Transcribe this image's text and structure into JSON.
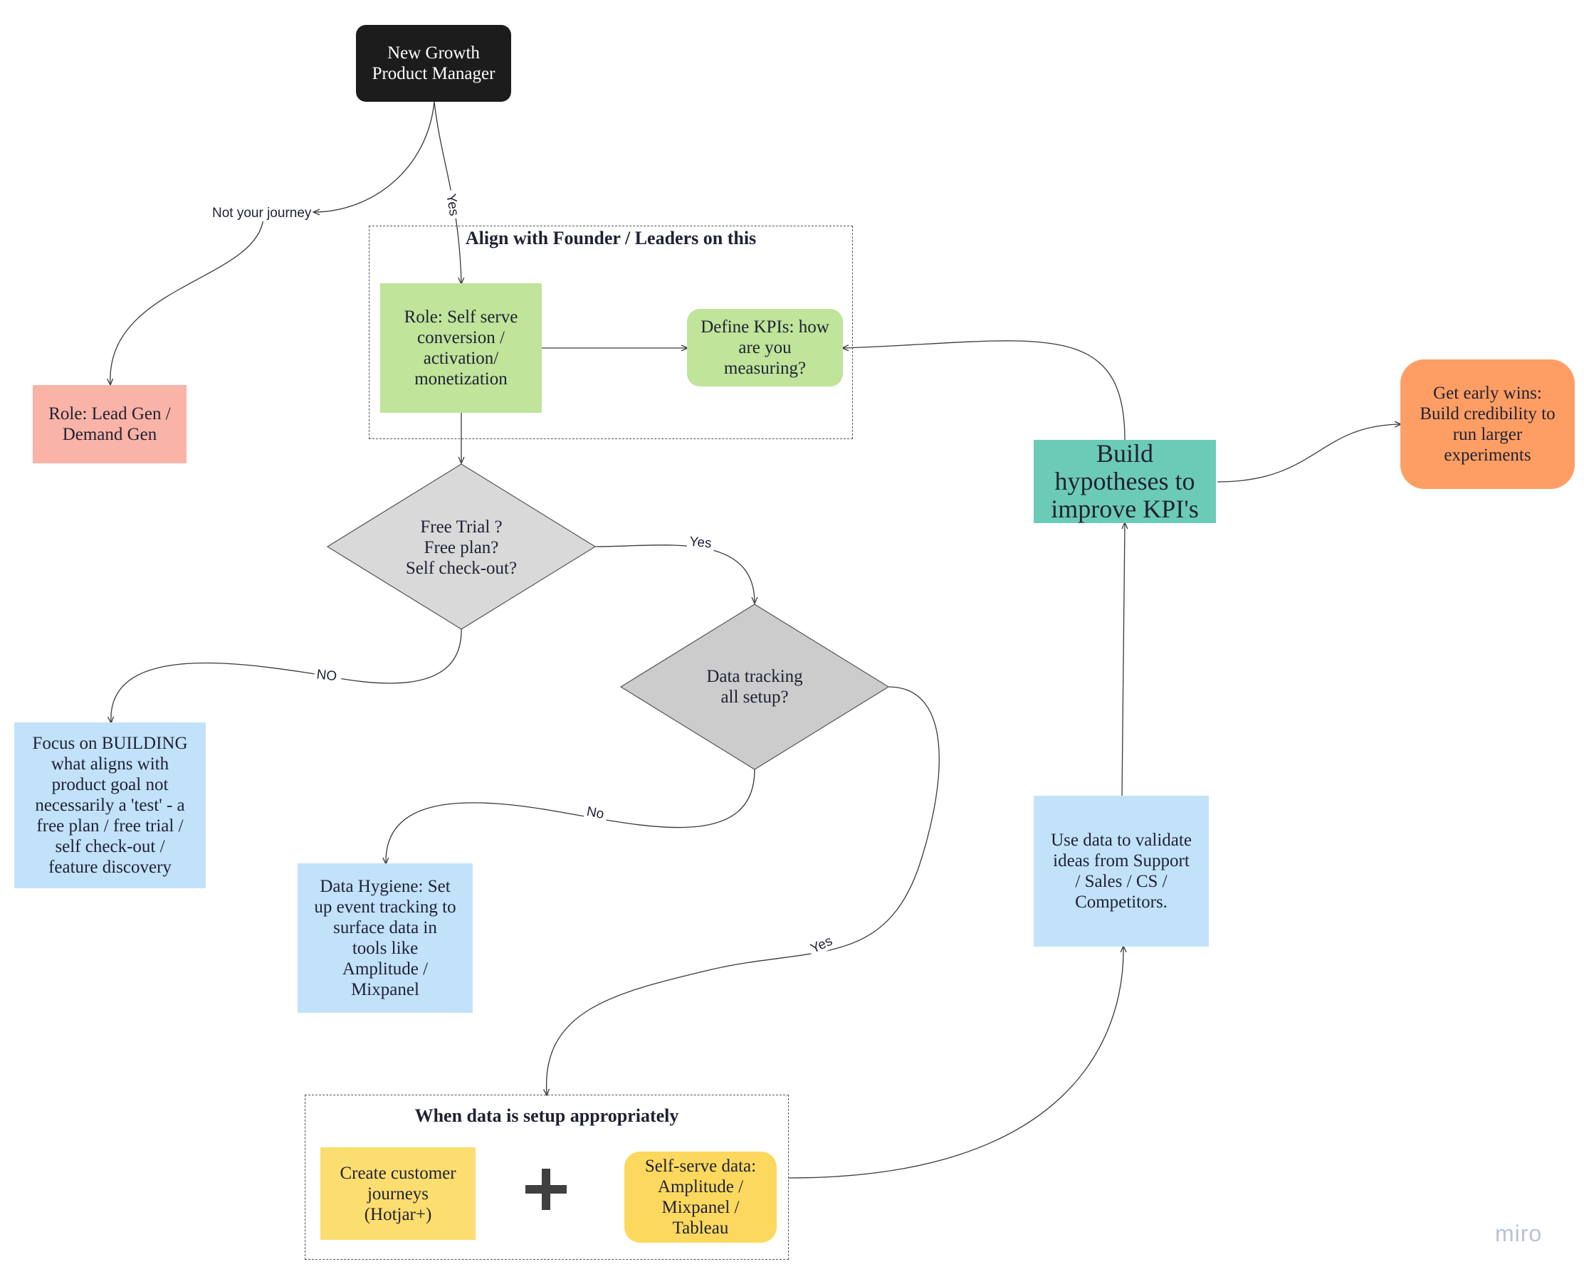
{
  "diagram": {
    "nodes": {
      "start": {
        "text": "New Growth\nProduct Manager",
        "fill": "#1c1c1c",
        "text_color": "#ffffff"
      },
      "lead_gen": {
        "text": "Role: Lead Gen  /\nDemand Gen",
        "fill": "#f9b3a7"
      },
      "self_serve": {
        "text": "Role: Self serve\nconversion /\nactivation/\nmonetization",
        "fill": "#bfe49a"
      },
      "define_kpis": {
        "text": "Define KPIs: how\nare you\nmeasuring?",
        "fill": "#bfe49a"
      },
      "free_trial": {
        "text": "Free Trial ?\nFree plan?\nSelf check-out?",
        "fill": "#d9d9d9"
      },
      "data_tracking": {
        "text": "Data tracking\nall setup?",
        "fill": "#cccccc"
      },
      "focus_building": {
        "text": "Focus on BUILDING\nwhat aligns with\nproduct goal not\nnecessarily a 'test' - a\nfree plan / free trial /\nself check-out /\nfeature discovery",
        "fill": "#c2e2fa"
      },
      "data_hygiene": {
        "text": "Data Hygiene: Set\nup event tracking to\nsurface data in\ntools like\nAmplitude /\nMixpanel",
        "fill": "#c2e2fa"
      },
      "use_data": {
        "text": "Use data to validate\nideas from Support\n/ Sales / CS /\nCompetitors.",
        "fill": "#c2e2fa"
      },
      "build_hypotheses": {
        "text": "Build\nhypotheses to\nimprove KPI's",
        "fill": "#6ccbb6"
      },
      "early_wins": {
        "text": "Get early wins:\nBuild credibility to\nrun larger\nexperiments",
        "fill": "#fe9e64"
      },
      "customer_journeys": {
        "text": "Create customer\njourneys\n(Hotjar+)",
        "fill": "#fcdd6f"
      },
      "self_serve_data": {
        "text": "Self-serve data:\nAmplitude /\nMixpanel /\nTableau",
        "fill": "#fcd95e"
      }
    },
    "frames": {
      "align_founder": {
        "title": "Align with Founder / Leaders on this"
      },
      "data_setup": {
        "title": "When data is setup appropriately"
      }
    },
    "edge_labels": {
      "not_your_journey": "Not your journey",
      "yes_top": "Yes",
      "yes_free_trial": "Yes",
      "no_free_trial": "NO",
      "no_tracking": "No",
      "yes_tracking": "Yes"
    },
    "plus_icon": "plus-icon",
    "watermark": "miro"
  }
}
